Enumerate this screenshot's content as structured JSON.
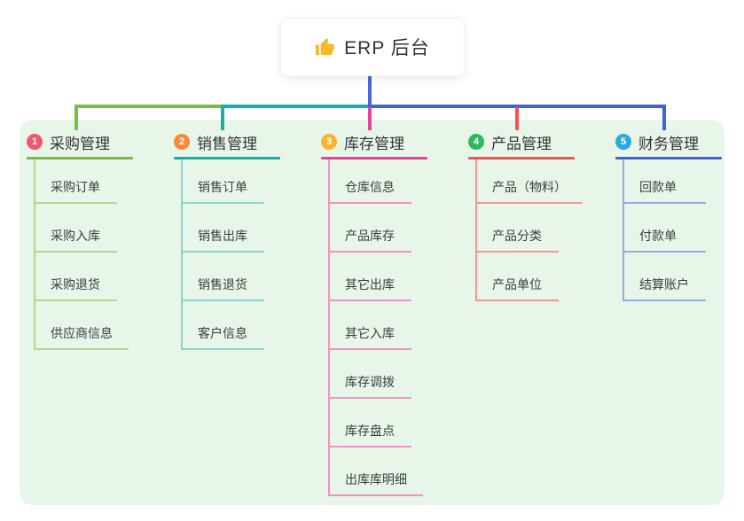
{
  "root": {
    "title": "ERP 后台",
    "icon": "thumbs-up-icon",
    "icon_color": "#f5b92a",
    "line_color": "#4a67d6"
  },
  "panel": {
    "background": "#e8f6ea"
  },
  "branches": [
    {
      "badge": "1",
      "label": "采购管理",
      "badge_color": "#f4566e",
      "line_color": "#7cbb44",
      "sub_line_color": "#b2d98f",
      "items": [
        "采购订单",
        "采购入库",
        "采购退货",
        "供应商信息"
      ]
    },
    {
      "badge": "2",
      "label": "销售管理",
      "badge_color": "#f78a3d",
      "line_color": "#10b3a6",
      "sub_line_color": "#85d6cd",
      "items": [
        "销售订单",
        "销售出库",
        "销售退货",
        "客户信息"
      ]
    },
    {
      "badge": "3",
      "label": "库存管理",
      "badge_color": "#f7b52c",
      "line_color": "#e8429d",
      "sub_line_color": "#f48fc6",
      "items": [
        "仓库信息",
        "产品库存",
        "其它出库",
        "其它入库",
        "库存调拨",
        "库存盘点",
        "出库库明细"
      ]
    },
    {
      "badge": "4",
      "label": "产品管理",
      "badge_color": "#2eb85c",
      "line_color": "#f4554e",
      "sub_line_color": "#f9958f",
      "items": [
        "产品（物料）",
        "产品分类",
        "产品单位"
      ]
    },
    {
      "badge": "5",
      "label": "财务管理",
      "badge_color": "#2ca9e1",
      "line_color": "#4263d3",
      "sub_line_color": "#93aae8",
      "items": [
        "回款单",
        "付款单",
        "结算账户"
      ]
    }
  ]
}
